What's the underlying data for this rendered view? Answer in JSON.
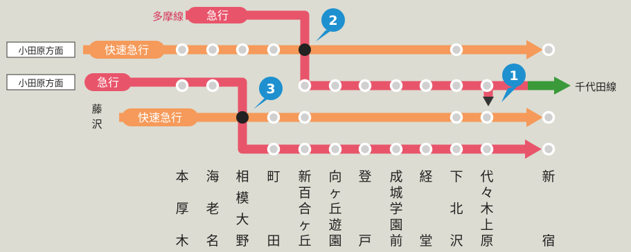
{
  "colors": {
    "rapid_express": "#f59a5a",
    "express": "#e8556b",
    "chiyoda": "#3a9a3a",
    "station_fill": "#d8d8d8",
    "station_stroke": "#ffffff",
    "junction": "#222222",
    "marker": "#1e90cf",
    "background": "#dcdcd2"
  },
  "line_labels": {
    "tama": "多摩線",
    "odawara_1": "小田原方面",
    "odawara_2": "小田原方面",
    "fujisawa_top": "藤",
    "fujisawa_bottom": "沢",
    "chiyoda": "千代田線"
  },
  "service_labels": {
    "tama_express": "急行",
    "odawara_rapid": "快速急行",
    "odawara_express": "急行",
    "fujisawa_rapid": "快速急行"
  },
  "markers": [
    "1",
    "2",
    "3"
  ],
  "stations": [
    {
      "id": "honatsugi",
      "name": "本厚木"
    },
    {
      "id": "ebina",
      "name": "海老名"
    },
    {
      "id": "sagamiono",
      "name": "相模大野"
    },
    {
      "id": "machida",
      "name": "町田"
    },
    {
      "id": "shinyurigaoka",
      "name": "新百合ヶ丘"
    },
    {
      "id": "mukogaoka",
      "name": "向ヶ丘遊園"
    },
    {
      "id": "noborito",
      "name": "登戸"
    },
    {
      "id": "seijo",
      "name": "成城学園前"
    },
    {
      "id": "kyodo",
      "name": "経堂"
    },
    {
      "id": "shimokitazawa",
      "name": "下北沢"
    },
    {
      "id": "yoyogiuehara",
      "name": "代々木上原"
    },
    {
      "id": "shinjuku",
      "name": "新宿"
    }
  ]
}
